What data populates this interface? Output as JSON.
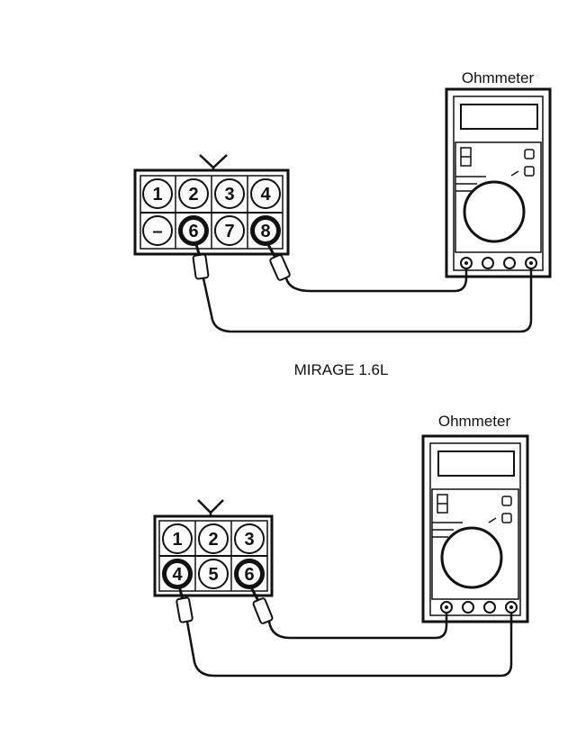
{
  "figure_a": {
    "meter_label": "Ohmmeter",
    "connector_pins": [
      "1",
      "2",
      "3",
      "4",
      "–",
      "6",
      "7",
      "8"
    ],
    "probed_pins": [
      "6",
      "8"
    ]
  },
  "caption": "MIRAGE 1.6L",
  "figure_b": {
    "meter_label": "Ohmmeter",
    "connector_pins": [
      "1",
      "2",
      "3",
      "4",
      "5",
      "6"
    ],
    "probed_pins": [
      "4",
      "6"
    ]
  }
}
